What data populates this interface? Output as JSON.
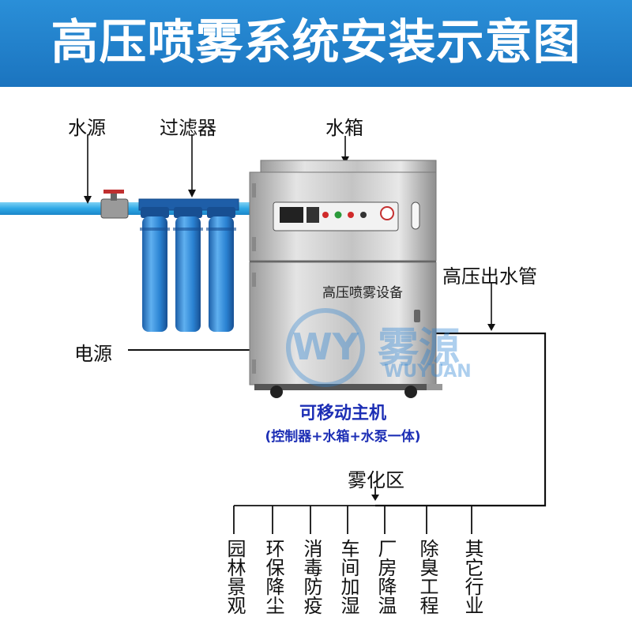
{
  "title": "高压喷雾系统安装示意图",
  "labels": {
    "water_source": "水源",
    "filter": "过滤器",
    "water_tank": "水箱",
    "high_pressure_pipe": "高压出水管",
    "power": "电源",
    "mist_zone": "雾化区"
  },
  "machine": {
    "panel_text": "高压喷雾设备",
    "caption_main": "可移动主机",
    "caption_sub": "(控制器+水箱+水泵一体)"
  },
  "applications": [
    "园林景观",
    "环保降尘",
    "消毒防疫",
    "车间加湿",
    "厂房降温",
    "除臭工程",
    "其它行业"
  ],
  "watermark": {
    "logo": "WY",
    "cn": "雾源",
    "en": "WUYUAN"
  },
  "colors": {
    "banner": "#1b74bf",
    "caption": "#1d2fb5",
    "filter_blue": "#2f86d6",
    "pipe": "#2ea8e6"
  }
}
